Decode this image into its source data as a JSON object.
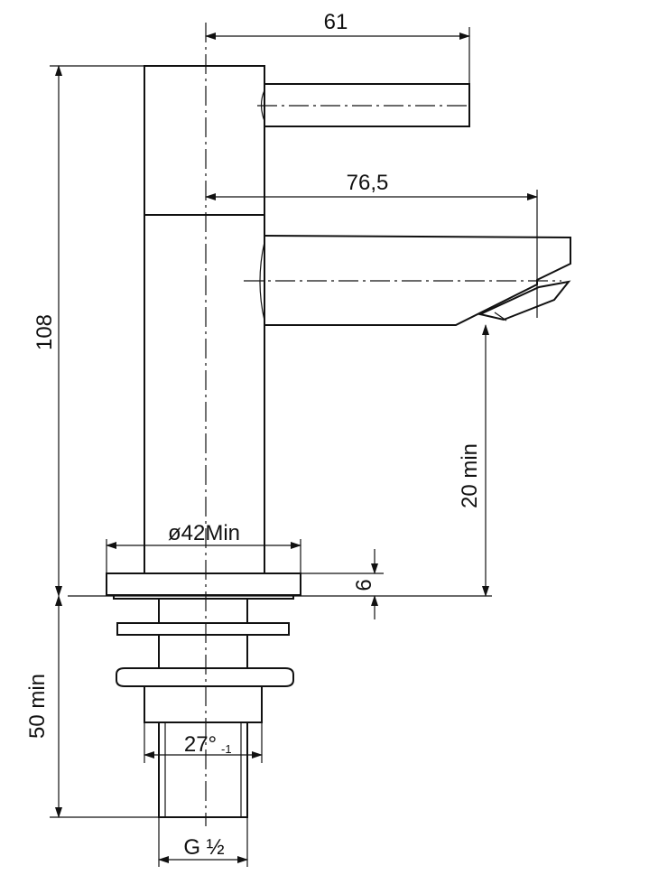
{
  "drawing": {
    "dimensions": {
      "handle_reach": "61",
      "spout_reach": "76,5",
      "total_height": "108",
      "clearance": "20 min",
      "base_diameter": "ø42Min",
      "base_thickness": "6",
      "shank_length": "50 min",
      "hex_size": "27°",
      "hex_tolerance": "-1",
      "thread": "G ½"
    },
    "colors": {
      "line": "#111111",
      "background": "#ffffff"
    }
  }
}
